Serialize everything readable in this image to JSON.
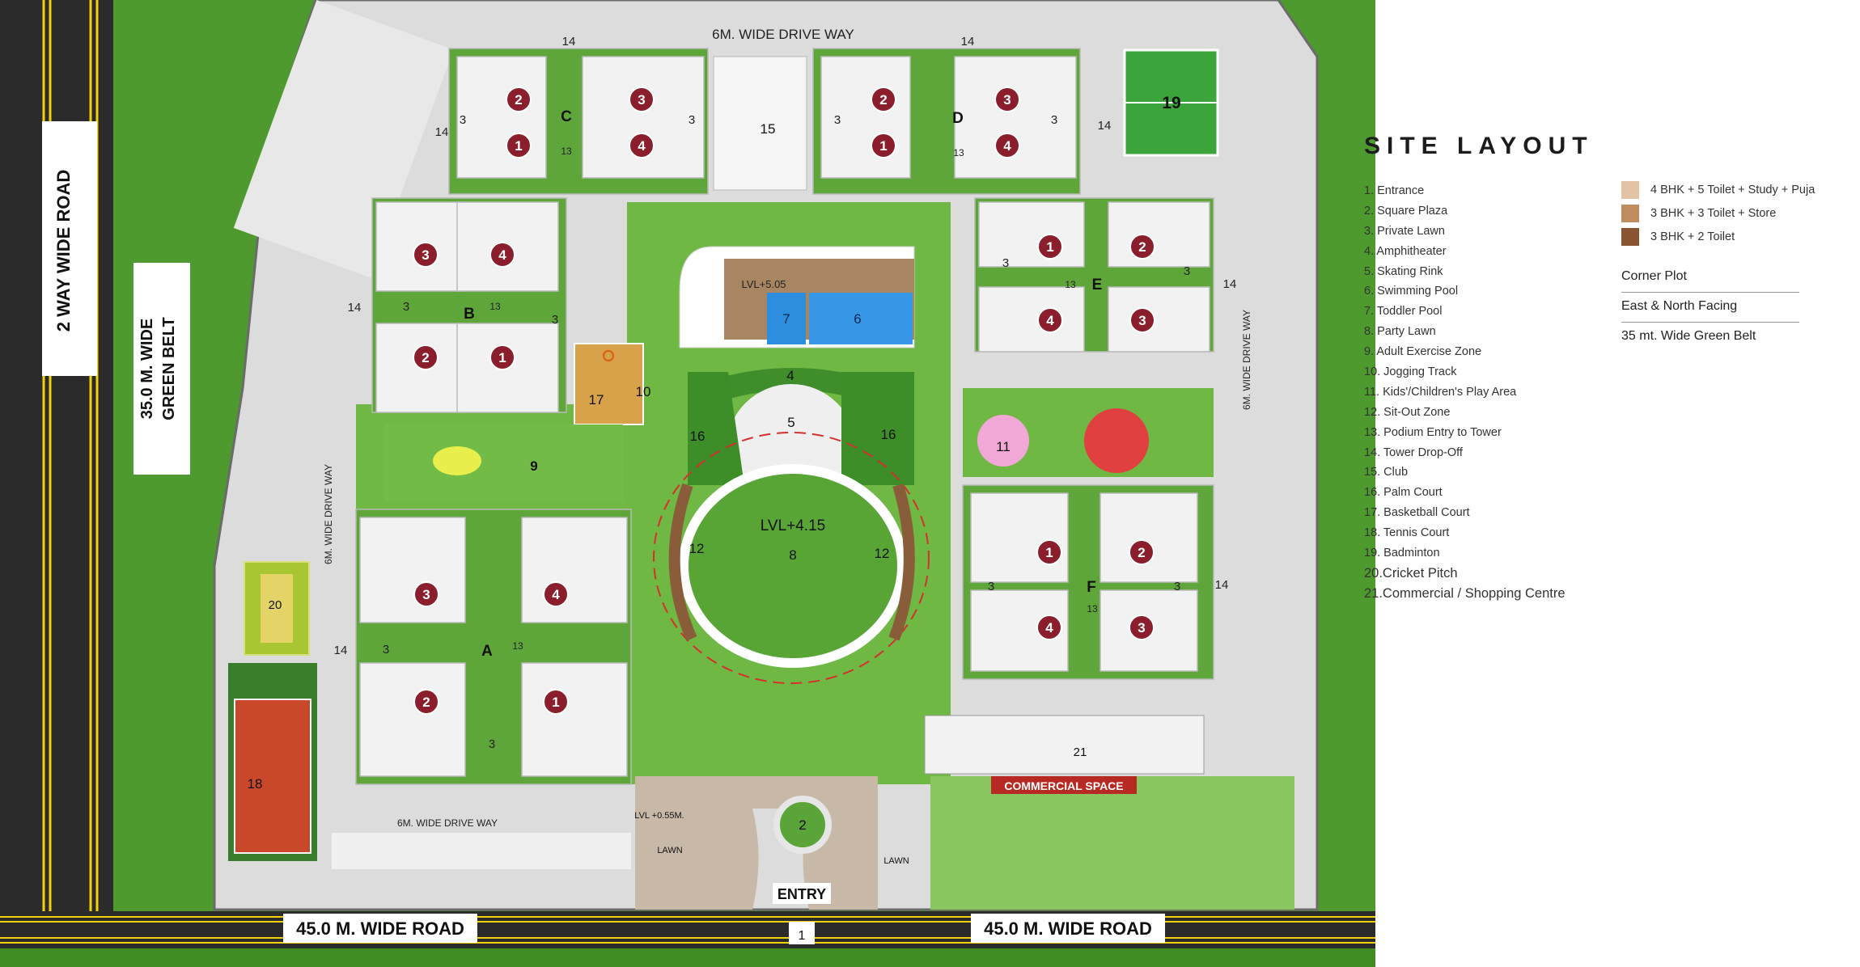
{
  "roads": {
    "main_left": "45.0 M. WIDE ROAD",
    "main_right": "45.0 M. WIDE ROAD",
    "side": "2 WAY WIDE ROAD",
    "green_belt_line1": "35.0 M. WIDE",
    "green_belt_line2": "GREEN BELT",
    "drive_top": "6M. WIDE DRIVE WAY",
    "drive_left": "6M. WIDE DRIVE WAY",
    "drive_right": "6M. WIDE DRIVE WAY",
    "drive_bottom": "6M. WIDE DRIVE WAY"
  },
  "site": {
    "entry_label": "ENTRY",
    "entry_number": "1",
    "commercial_label": "COMMERCIAL SPACE",
    "commercial_number": "21",
    "lawn_left": "LAWN",
    "lawn_right": "LAWN",
    "level_entry": "LVL +0.55M.",
    "level_pool": "LVL+5.05",
    "level_lawn": "LVL+4.15"
  },
  "towers": {
    "A": "A",
    "B": "B",
    "C": "C",
    "D": "D",
    "E": "E",
    "F": "F",
    "unit_1": "1",
    "unit_2": "2",
    "unit_3": "3",
    "unit_4": "4"
  },
  "numbers": {
    "n2": "2",
    "n3": "3",
    "n4": "4",
    "n5": "5",
    "n6": "6",
    "n7": "7",
    "n8": "8",
    "n9": "9",
    "n10": "10",
    "n12": "12",
    "n11": "11",
    "n13": "13",
    "n14": "14",
    "n15": "15",
    "n16": "16",
    "n17": "17",
    "n18": "18",
    "n19": "19",
    "n20": "20"
  },
  "legend": {
    "title": "SITE LAYOUT",
    "items": [
      "1. Entrance",
      "2. Square Plaza",
      "3. Private Lawn",
      "4. Amphitheater",
      "5. Skating Rink",
      "6. Swimming Pool",
      "7. Toddler Pool",
      "8. Party Lawn",
      "9. Adult Exercise Zone",
      "10. Jogging Track",
      "11. Kids'/Children's Play Area",
      "12. Sit-Out Zone",
      "13. Podium Entry to Tower",
      "14. Tower Drop-Off",
      "15. Club",
      "16. Palm Court",
      "17. Basketball Court",
      "18. Tennis Court",
      "19. Badminton",
      "20.Cricket Pitch",
      "21.Commercial / Shopping Centre"
    ],
    "unit_types": [
      {
        "label": "4 BHK + 5 Toilet + Study + Puja",
        "color": "#e3c3a6"
      },
      {
        "label": "3 BHK + 3 Toilet + Store",
        "color": "#c08c5e"
      },
      {
        "label": "3 BHK + 2 Toilet",
        "color": "#8a5433"
      }
    ],
    "notes": [
      "Corner Plot",
      "East & North Facing",
      "35 mt. Wide Green Belt"
    ]
  }
}
